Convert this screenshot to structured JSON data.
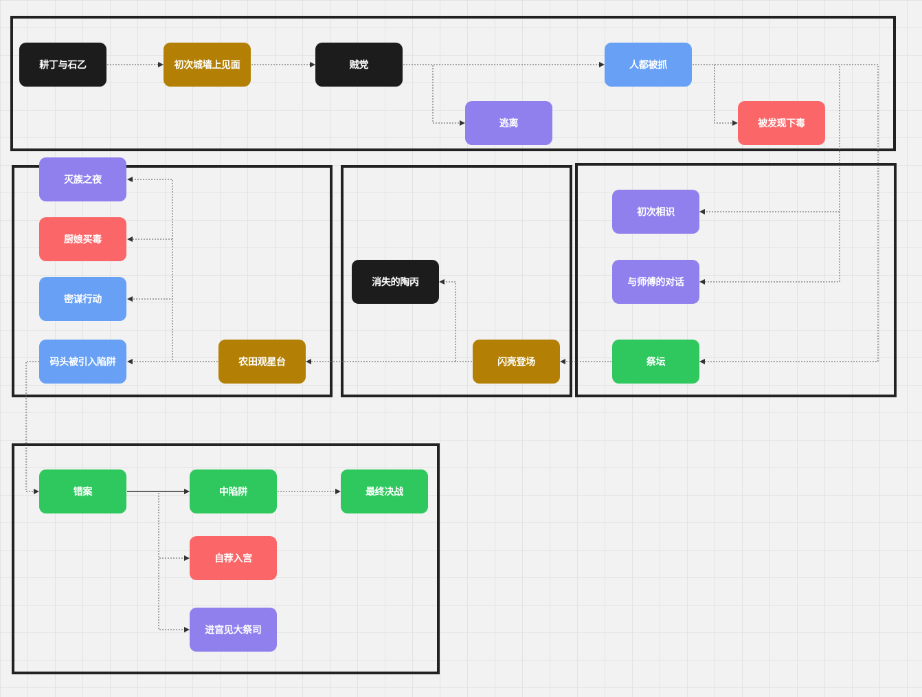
{
  "colors": {
    "black": "#1c1c1c",
    "gold": "#b38005",
    "blue": "#67a0f5",
    "purple": "#8f80ee",
    "red": "#fb6668",
    "green": "#2fc85e",
    "frame": "#222222",
    "edge": "#555555"
  },
  "nodes": {
    "n1": {
      "label": "耕丁与石乙",
      "color": "black"
    },
    "n2": {
      "label": "初次城墙上见面",
      "color": "gold"
    },
    "n3": {
      "label": "贼党",
      "color": "black"
    },
    "n4": {
      "label": "人都被抓",
      "color": "blue"
    },
    "n5": {
      "label": "逃离",
      "color": "purple"
    },
    "n6": {
      "label": "被发现下毒",
      "color": "red"
    },
    "n7": {
      "label": "灭族之夜",
      "color": "purple"
    },
    "n8": {
      "label": "厨娘买毒",
      "color": "red"
    },
    "n9": {
      "label": "密谋行动",
      "color": "blue"
    },
    "n10": {
      "label": "码头被引入陷阱",
      "color": "blue"
    },
    "n11": {
      "label": "农田观星台",
      "color": "gold"
    },
    "n12": {
      "label": "消失的陶丙",
      "color": "black"
    },
    "n13": {
      "label": "闪亮登场",
      "color": "gold"
    },
    "n14": {
      "label": "初次相识",
      "color": "purple"
    },
    "n15": {
      "label": "与师傅的对话",
      "color": "purple"
    },
    "n16": {
      "label": "祭坛",
      "color": "green"
    },
    "n17": {
      "label": "错案",
      "color": "green"
    },
    "n18": {
      "label": "中陷阱",
      "color": "green"
    },
    "n19": {
      "label": "最终决战",
      "color": "green"
    },
    "n20": {
      "label": "自荐入宫",
      "color": "red"
    },
    "n21": {
      "label": "进宫见大祭司",
      "color": "purple"
    }
  },
  "edges": [
    {
      "from": "n1",
      "to": "n2"
    },
    {
      "from": "n2",
      "to": "n3"
    },
    {
      "from": "n3",
      "to": "n4"
    },
    {
      "from": "n3",
      "to": "n5"
    },
    {
      "from": "n4",
      "to": "n6"
    },
    {
      "from": "n4",
      "to": "n14"
    },
    {
      "from": "n4",
      "to": "n15"
    },
    {
      "from": "n4",
      "to": "n16"
    },
    {
      "from": "n16",
      "to": "n13"
    },
    {
      "from": "n13",
      "to": "n12"
    },
    {
      "from": "n13",
      "to": "n11"
    },
    {
      "from": "n11",
      "to": "n10"
    },
    {
      "from": "n11",
      "to": "n9"
    },
    {
      "from": "n11",
      "to": "n8"
    },
    {
      "from": "n11",
      "to": "n7"
    },
    {
      "from": "n10",
      "to": "n17"
    },
    {
      "from": "n17",
      "to": "n18"
    },
    {
      "from": "n17",
      "to": "n20"
    },
    {
      "from": "n17",
      "to": "n21"
    },
    {
      "from": "n18",
      "to": "n19"
    }
  ]
}
